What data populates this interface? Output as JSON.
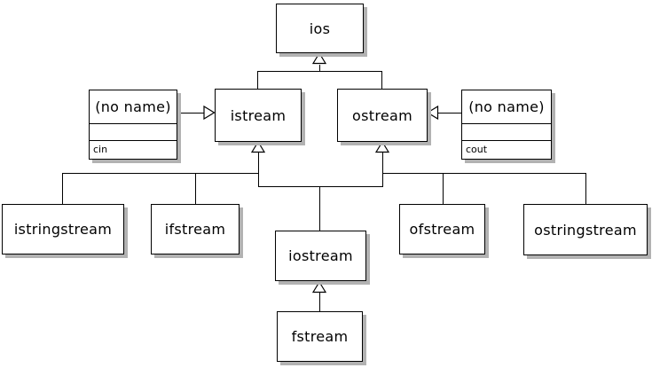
{
  "diagram": {
    "kind": "uml-class-diagram",
    "nodes": {
      "ios": {
        "label": "ios"
      },
      "istream": {
        "label": "istream"
      },
      "ostream": {
        "label": "ostream"
      },
      "cin_object": {
        "label": "(no name)",
        "member": "cin"
      },
      "cout_object": {
        "label": "(no name)",
        "member": "cout"
      },
      "istringstream": {
        "label": "istringstream"
      },
      "ifstream": {
        "label": "ifstream"
      },
      "iostream": {
        "label": "iostream"
      },
      "ofstream": {
        "label": "ofstream"
      },
      "ostringstream": {
        "label": "ostringstream"
      },
      "fstream": {
        "label": "fstream"
      }
    },
    "edges": [
      {
        "from": "istream",
        "to": "ios",
        "type": "generalization"
      },
      {
        "from": "ostream",
        "to": "ios",
        "type": "generalization"
      },
      {
        "from": "cin_object",
        "to": "istream",
        "type": "generalization"
      },
      {
        "from": "cout_object",
        "to": "ostream",
        "type": "generalization"
      },
      {
        "from": "istringstream",
        "to": "istream",
        "type": "generalization"
      },
      {
        "from": "ifstream",
        "to": "istream",
        "type": "generalization"
      },
      {
        "from": "iostream",
        "to": "istream",
        "type": "generalization"
      },
      {
        "from": "iostream",
        "to": "ostream",
        "type": "generalization"
      },
      {
        "from": "ofstream",
        "to": "ostream",
        "type": "generalization"
      },
      {
        "from": "ostringstream",
        "to": "ostream",
        "type": "generalization"
      },
      {
        "from": "fstream",
        "to": "iostream",
        "type": "generalization"
      }
    ],
    "colors": {
      "background": "#ffffff",
      "box_fill": "#ffffff",
      "border": "#000000",
      "connector": "#000000",
      "shadow": "#b2b2b2"
    }
  }
}
